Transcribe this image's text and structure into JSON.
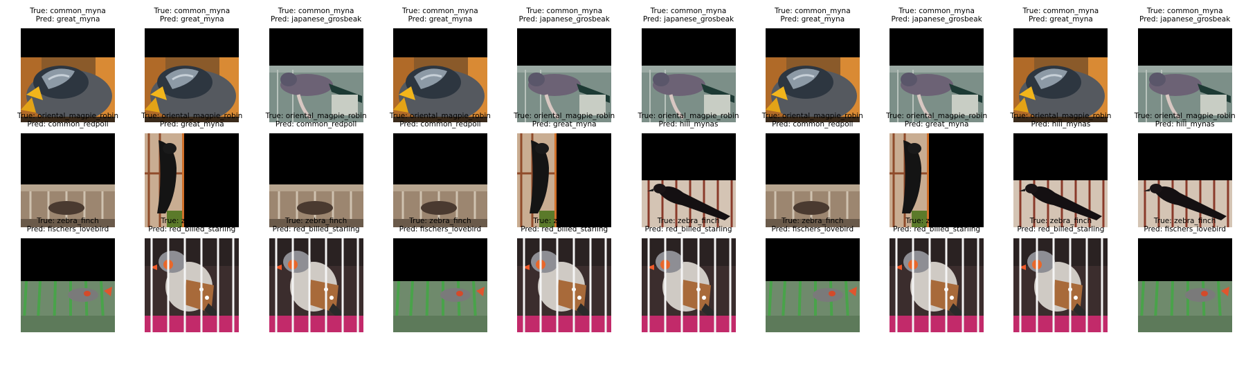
{
  "grid": {
    "rows": [
      {
        "true_label": "common_myna",
        "cells": [
          {
            "true": "True: common_myna",
            "pred": "Pred: great_myna",
            "variant": "myna-a"
          },
          {
            "true": "True: common_myna",
            "pred": "Pred: great_myna",
            "variant": "myna-a"
          },
          {
            "true": "True: common_myna",
            "pred": "Pred: japanese_grosbeak",
            "variant": "myna-b"
          },
          {
            "true": "True: common_myna",
            "pred": "Pred: great_myna",
            "variant": "myna-a"
          },
          {
            "true": "True: common_myna",
            "pred": "Pred: japanese_grosbeak",
            "variant": "myna-b"
          },
          {
            "true": "True: common_myna",
            "pred": "Pred: japanese_grosbeak",
            "variant": "myna-b"
          },
          {
            "true": "True: common_myna",
            "pred": "Pred: great_myna",
            "variant": "myna-a"
          },
          {
            "true": "True: common_myna",
            "pred": "Pred: japanese_grosbeak",
            "variant": "myna-b"
          },
          {
            "true": "True: common_myna",
            "pred": "Pred: great_myna",
            "variant": "myna-a"
          },
          {
            "true": "True: common_myna",
            "pred": "Pred: japanese_grosbeak",
            "variant": "myna-b"
          }
        ]
      },
      {
        "true_label": "oriental_magpie_robin",
        "cells": [
          {
            "true": "True: oriental_magpie_robin",
            "pred": "Pred: common_redpoll",
            "variant": "robin-a"
          },
          {
            "true": "True: oriental_magpie_robin",
            "pred": "Pred: great_myna",
            "variant": "robin-b"
          },
          {
            "true": "True: oriental_magpie_robin",
            "pred": "Pred: common_redpoll",
            "variant": "robin-a"
          },
          {
            "true": "True: oriental_magpie_robin",
            "pred": "Pred: common_redpoll",
            "variant": "robin-a"
          },
          {
            "true": "True: oriental_magpie_robin",
            "pred": "Pred: great_myna",
            "variant": "robin-b"
          },
          {
            "true": "True: oriental_magpie_robin",
            "pred": "Pred: hill_mynas",
            "variant": "robin-c"
          },
          {
            "true": "True: oriental_magpie_robin",
            "pred": "Pred: common_redpoll",
            "variant": "robin-a"
          },
          {
            "true": "True: oriental_magpie_robin",
            "pred": "Pred: great_myna",
            "variant": "robin-b"
          },
          {
            "true": "True: oriental_magpie_robin",
            "pred": "Pred: hill_mynas",
            "variant": "robin-c"
          },
          {
            "true": "True: oriental_magpie_robin",
            "pred": "Pred: hill_mynas",
            "variant": "robin-c"
          }
        ]
      },
      {
        "true_label": "zebra_finch",
        "cells": [
          {
            "true": "True: zebra_finch",
            "pred": "Pred: fischers_lovebird",
            "variant": "finch-a"
          },
          {
            "true": "True: zebra_finch",
            "pred": "Pred: red_billed_starling",
            "variant": "finch-b"
          },
          {
            "true": "True: zebra_finch",
            "pred": "Pred: red_billed_starling",
            "variant": "finch-b"
          },
          {
            "true": "True: zebra_finch",
            "pred": "Pred: fischers_lovebird",
            "variant": "finch-a"
          },
          {
            "true": "True: zebra_finch",
            "pred": "Pred: red_billed_starling",
            "variant": "finch-b"
          },
          {
            "true": "True: zebra_finch",
            "pred": "Pred: red_billed_starling",
            "variant": "finch-b"
          },
          {
            "true": "True: zebra_finch",
            "pred": "Pred: fischers_lovebird",
            "variant": "finch-a"
          },
          {
            "true": "True: zebra_finch",
            "pred": "Pred: red_billed_starling",
            "variant": "finch-b"
          },
          {
            "true": "True: zebra_finch",
            "pred": "Pred: red_billed_starling",
            "variant": "finch-b"
          },
          {
            "true": "True: zebra_finch",
            "pred": "Pred: fischers_lovebird",
            "variant": "finch-a"
          }
        ]
      }
    ]
  }
}
